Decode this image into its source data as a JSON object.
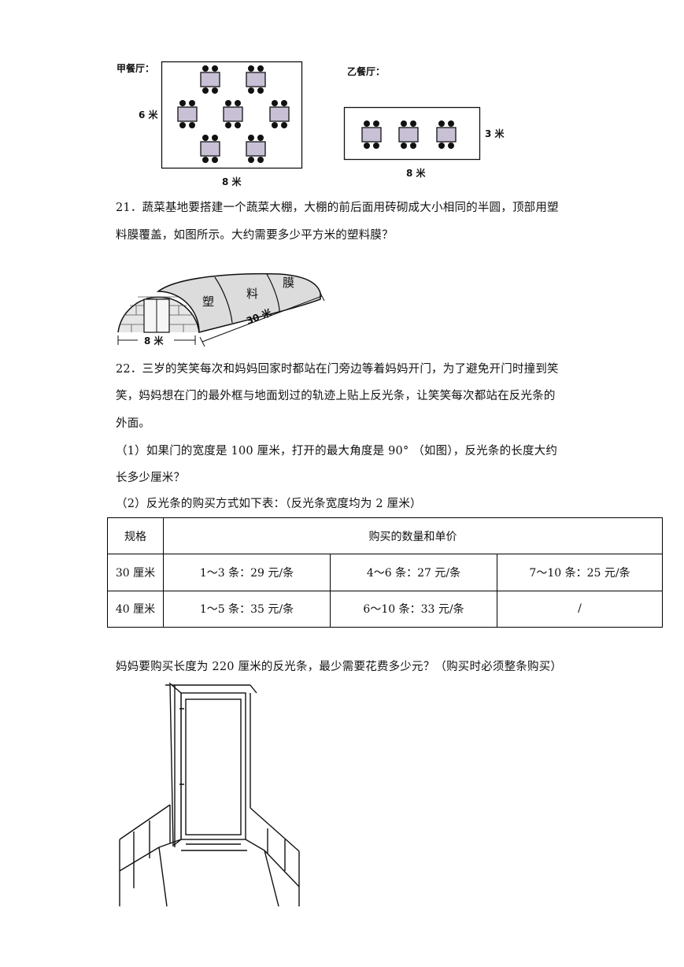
{
  "diagram_a": {
    "title": "甲餐厅：",
    "height_label": "6 米",
    "width_label": "8 米"
  },
  "diagram_b": {
    "title": "乙餐厅：",
    "height_label": "3 米",
    "width_label": "8 米"
  },
  "q21": {
    "line1": "21．蔬菜基地要搭建一个蔬菜大棚，大棚的前后面用砖砌成大小相同的半圆，顶部用塑",
    "line2": "料膜覆盖，如图所示。大约需要多少平方米的塑料膜？",
    "film_chars": [
      "塑",
      "料",
      "膜"
    ],
    "length_label": "30 米",
    "width_label": "8 米"
  },
  "q22": {
    "line1": "22．三岁的笑笑每次和妈妈回家时都站在门旁边等着妈妈开门，为了避免开门时撞到笑",
    "line2": "笑，妈妈想在门的最外框与地面划过的轨迹上贴上反光条，让笑笑每次都站在反光条的",
    "line3": "外面。",
    "sub1_line1": "（1）如果门的宽度是 100 厘米，打开的最大角度是 90°  （如图），反光条的长度大约",
    "sub1_line2": "长多少厘米？",
    "sub2": "（2）反光条的购买方式如下表：（反光条宽度均为 2 厘米）",
    "table": {
      "header_spec": "规格",
      "header_price": "购买的数量和单价",
      "rows": [
        {
          "spec": "30 厘米",
          "cells": [
            "1～3 条：29 元/条",
            "4～6 条：27 元/条",
            "7～10 条：25 元/条"
          ]
        },
        {
          "spec": "40 厘米",
          "cells": [
            "1～5 条：35 元/条",
            "6～10 条：33 元/条",
            "/"
          ]
        }
      ]
    },
    "final_question": "妈妈要购买长度为 220 厘米的反光条，最少需要花费多少元？（购买时必须整条购买）"
  }
}
